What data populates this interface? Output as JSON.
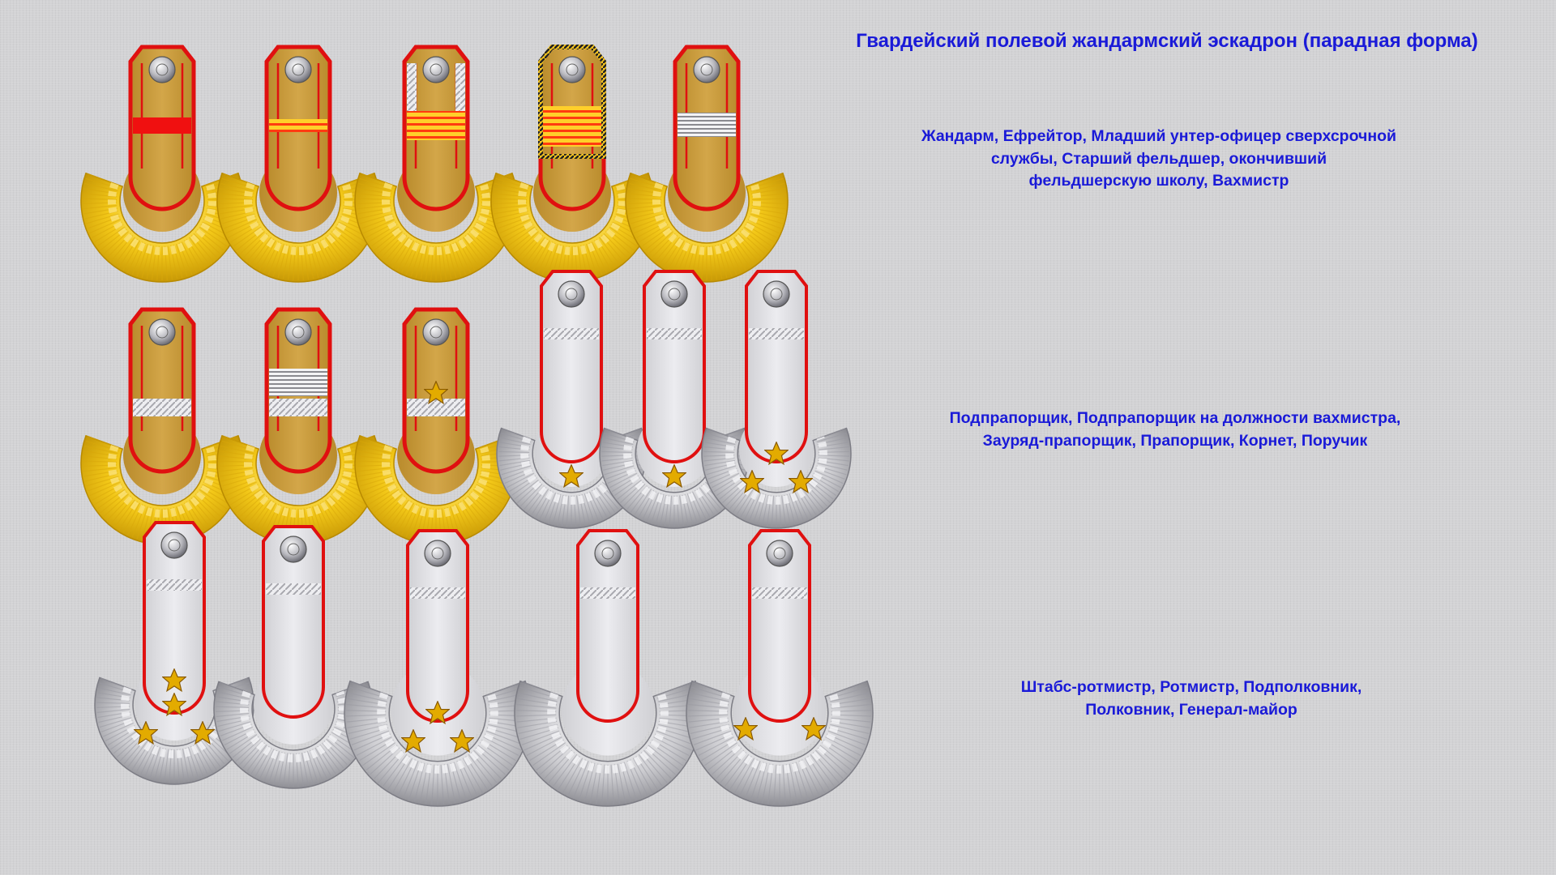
{
  "title": "Гвардейский полевой жандармский эскадрон (парадная форма)",
  "groups": [
    {
      "caption_lines": [
        "Жандарм, Ефрейтор, Младший унтер-офицер сверхсрочной",
        "службы, Старший фельдшер, окончивший",
        "фельдшерскую школу, Вахмистр"
      ]
    },
    {
      "caption_lines": [
        "Подпрапорщик, Подпрапорщик на должности вахмистра,",
        "Зауряд-прапорщик, Прапорщик, Корнет, Поручик"
      ]
    },
    {
      "caption_lines": [
        "Штабс-ротмистр, Ротмистр, Подполковник,",
        "Полковник, Генерал-майор"
      ]
    }
  ],
  "colors": {
    "background": "#d3d3d5",
    "caption_text": "#1a1ad8",
    "gold_fringe": "#f2c418",
    "gold_field": "#c89a3a",
    "silver_field": "#dedee2",
    "piping_red": "#e01010",
    "star_gold": "#e0a800"
  },
  "epaulettes": [
    {
      "row": 1,
      "metal": "gold",
      "insignia": "red stripe",
      "stars": 0
    },
    {
      "row": 1,
      "metal": "gold",
      "insignia": "red/gold stripe",
      "stars": 0
    },
    {
      "row": 1,
      "metal": "gold",
      "insignia": "three red/gold stripes, silver edge",
      "stars": 0
    },
    {
      "row": 1,
      "metal": "gold",
      "insignia": "wide striped bar, black-gold edge",
      "stars": 0
    },
    {
      "row": 1,
      "metal": "gold",
      "insignia": "silver stripes",
      "stars": 0
    },
    {
      "row": 2,
      "metal": "gold",
      "insignia": "silver lace",
      "stars": 0
    },
    {
      "row": 2,
      "metal": "gold",
      "insignia": "silver stripes and lace",
      "stars": 0
    },
    {
      "row": 2,
      "metal": "gold",
      "insignia": "silver lace",
      "stars": 1
    },
    {
      "row": 2,
      "metal": "silver",
      "insignia": "",
      "stars": 1
    },
    {
      "row": 2,
      "metal": "silver",
      "insignia": "",
      "stars": 1
    },
    {
      "row": 2,
      "metal": "silver",
      "insignia": "",
      "stars": 3
    },
    {
      "row": 3,
      "metal": "silver",
      "insignia": "",
      "stars": 4
    },
    {
      "row": 3,
      "metal": "silver",
      "insignia": "",
      "stars": 0
    },
    {
      "row": 3,
      "metal": "silver",
      "insignia": "heavy bullion",
      "stars": 3
    },
    {
      "row": 3,
      "metal": "silver",
      "insignia": "heavy bullion",
      "stars": 0
    },
    {
      "row": 3,
      "metal": "silver",
      "insignia": "heavy bullion",
      "stars": 2
    }
  ]
}
